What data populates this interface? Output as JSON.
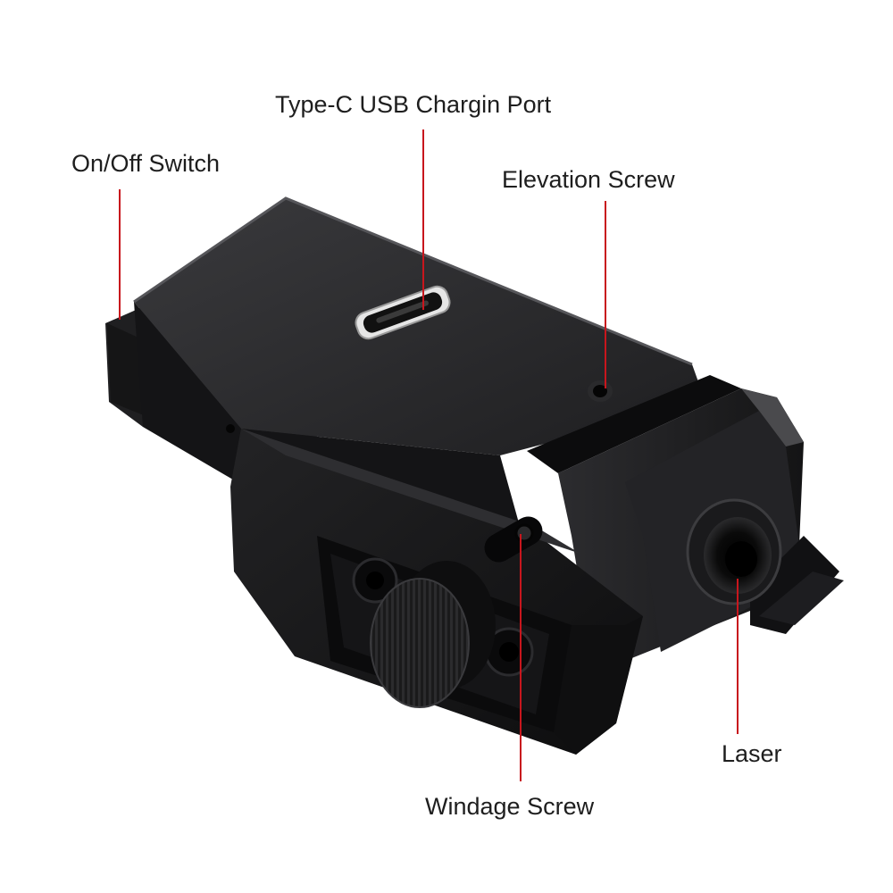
{
  "callouts": {
    "usb_port": "Type-C USB Chargin Port",
    "switch": "On/Off Switch",
    "elevation": "Elevation Screw",
    "laser": "Laser",
    "windage": "Windage Screw"
  },
  "colors": {
    "leader_line": "#c8161d",
    "label_text": "#1e1e1e",
    "body": "#1b1b1d",
    "background": "#ffffff"
  }
}
